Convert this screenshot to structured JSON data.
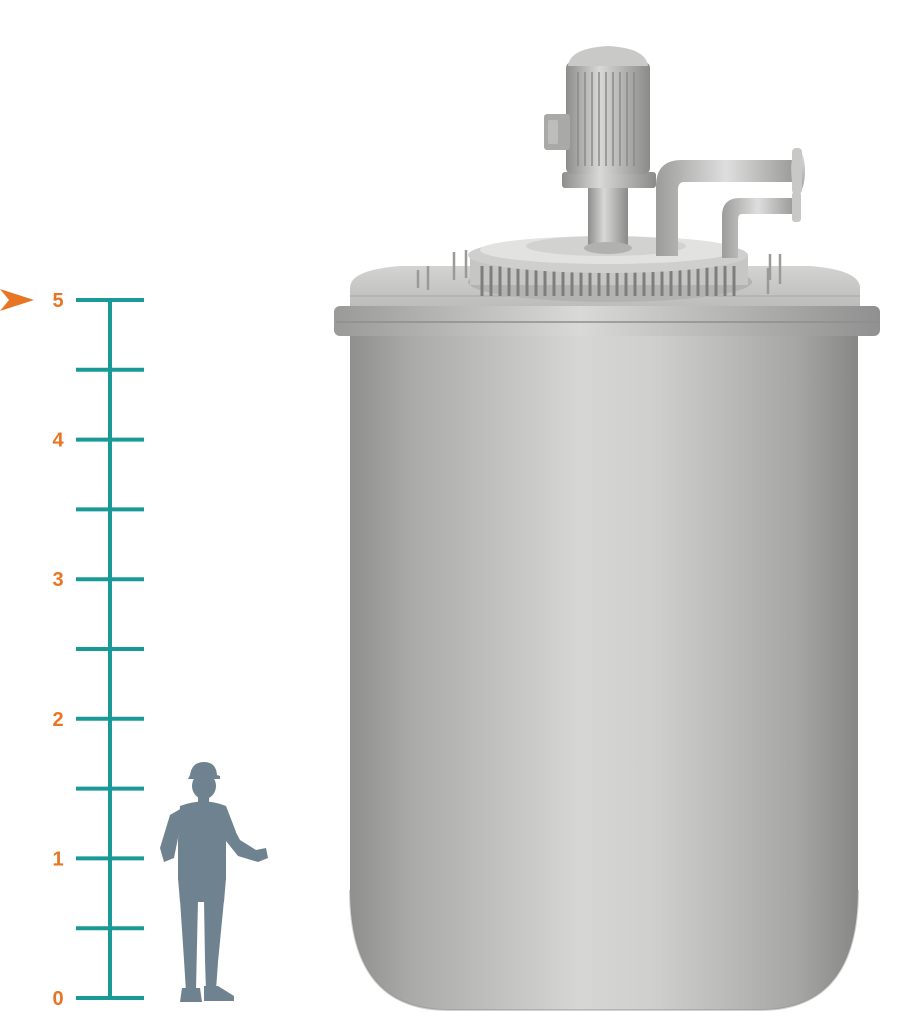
{
  "scale": {
    "min": 0,
    "max": 5,
    "step": 0.5,
    "labels": [
      "0",
      "1",
      "2",
      "3",
      "4",
      "5"
    ],
    "marker_value": 5,
    "colors": {
      "scale": "#1a9a96",
      "label": "#e87524",
      "marker": "#e87524"
    }
  },
  "figure": {
    "person_icon": "person-silhouette-icon",
    "person_height": 1.8,
    "color": "#6f8290"
  },
  "vessel": {
    "icon": "reactor-vessel-icon",
    "height": 5,
    "color": "#b7b7b5"
  }
}
